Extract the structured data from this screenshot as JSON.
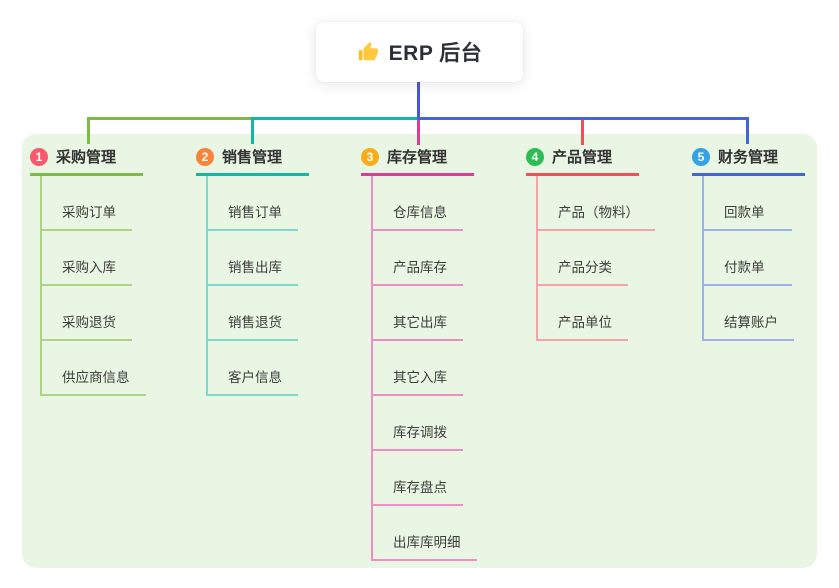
{
  "root": {
    "icon": "thumbs-up-icon",
    "title": "ERP 后台",
    "line_color": "#4A57D2"
  },
  "colors": {
    "page_background": "#ffffff",
    "canvas_background": "#E8F6E3",
    "text": "#3d3d3d",
    "title_text": "#2b2f36"
  },
  "branches": [
    {
      "num": "1",
      "title": "采购管理",
      "badge_color": "#F95A6B",
      "line_color": "#7DBB46",
      "child_line_color": "#ABD584",
      "items": [
        "采购订单",
        "采购入库",
        "采购退货",
        "供应商信息"
      ]
    },
    {
      "num": "2",
      "title": "销售管理",
      "badge_color": "#F8833B",
      "line_color": "#12B7A6",
      "child_line_color": "#7ED9CE",
      "items": [
        "销售订单",
        "销售出库",
        "销售退货",
        "客户信息"
      ]
    },
    {
      "num": "3",
      "title": "库存管理",
      "badge_color": "#FBAD19",
      "line_color": "#DD3D95",
      "child_line_color": "#EE8EC4",
      "items": [
        "仓库信息",
        "产品库存",
        "其它出库",
        "其它入库",
        "库存调拨",
        "库存盘点",
        "出库库明细"
      ]
    },
    {
      "num": "4",
      "title": "产品管理",
      "badge_color": "#2EBD55",
      "line_color": "#F25056",
      "child_line_color": "#F9A3A8",
      "items": [
        "产品（物料）",
        "产品分类",
        "产品单位"
      ]
    },
    {
      "num": "5",
      "title": "财务管理",
      "badge_color": "#35A2E5",
      "line_color": "#4365DC",
      "child_line_color": "#9DB1EC",
      "items": [
        "回款单",
        "付款单",
        "结算账户"
      ]
    }
  ]
}
